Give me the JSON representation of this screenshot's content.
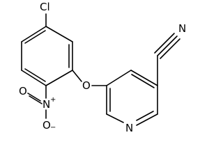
{
  "colors": {
    "bond": "#000000",
    "background": "#ffffff"
  },
  "atoms": {
    "chlorine": "Cl",
    "nitro_nitrogen": "N",
    "nitro_nitrogen_charge": "+",
    "nitro_oxygen_top": "O",
    "nitro_oxygen_bottom": "O",
    "nitro_oxygen_charge": "−",
    "ether_oxygen": "O",
    "pyridine_nitrogen": "N",
    "nitrile_nitrogen": "N"
  }
}
